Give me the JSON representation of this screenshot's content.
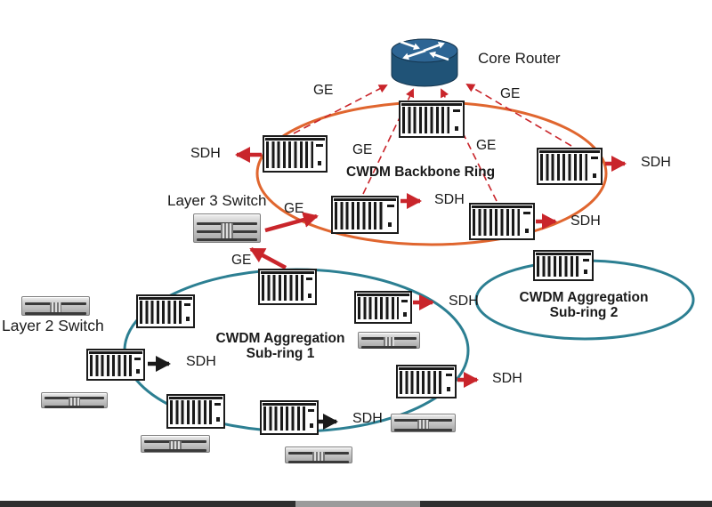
{
  "labels": {
    "core_router": "Core Router",
    "backbone_ring": "CWDM Backbone Ring",
    "aggregation": "CWDM Aggregation",
    "subring1": "Sub-ring 1",
    "subring2": "Sub-ring 2",
    "layer3_switch": "Layer 3 Switch",
    "layer2_switch": "Layer 2 Switch",
    "ge": "GE",
    "sdh": "SDH"
  },
  "colors": {
    "backbone_ring": "#e0662f",
    "subring": "#2c7f92",
    "arrow_red": "#c9252b",
    "arrow_black": "#1a1a1a",
    "router_fill": "#205377",
    "router_top": "#2d6594",
    "router_edge": "#14344d",
    "text": "#1a1a1a"
  },
  "icons": {
    "core_router": "cylinder-with-crossing-arrows",
    "cwdm_chassis": "rack-chassis-with-vertical-card-slots",
    "layer2_switch": "1u-gray-rack-switch",
    "layer3_switch": "3u-gray-rack-switch"
  },
  "rings": [
    {
      "id": "backbone",
      "label": "CWDM Backbone Ring",
      "color": "#e0662f",
      "chassis_count": 5
    },
    {
      "id": "subring1",
      "label": "CWDM Aggregation Sub-ring 1",
      "color": "#2c7f92",
      "chassis_count": 7
    },
    {
      "id": "subring2",
      "label": "CWDM Aggregation Sub-ring 2",
      "color": "#2c7f92",
      "chassis_count": 1
    }
  ],
  "link_types": [
    {
      "label": "GE",
      "style": "red-dashed-to-core-router-or-red-solid-to-layer3"
    },
    {
      "label": "SDH",
      "style": "red-or-black-solid-arrow-to-client"
    }
  ]
}
